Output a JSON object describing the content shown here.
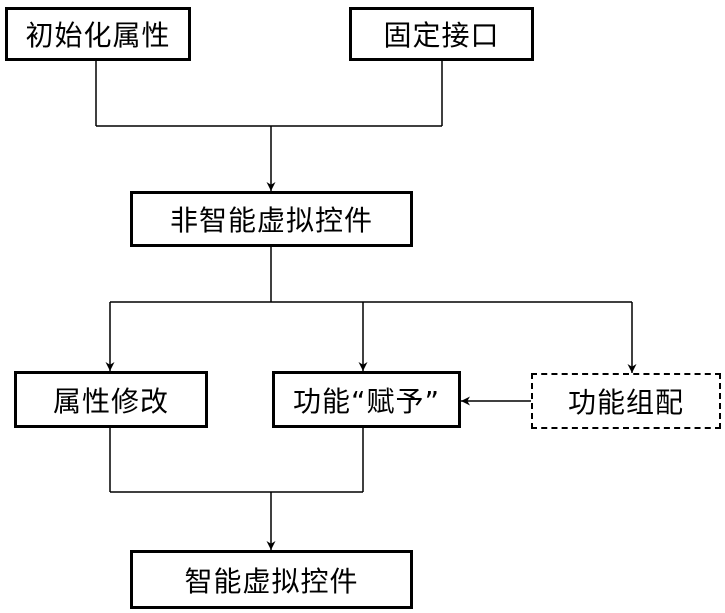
{
  "diagram": {
    "nodes": {
      "init_attributes": "初始化属性",
      "fixed_interface": "固定接口",
      "non_smart_control": "非智能虚拟控件",
      "attribute_modify": "属性修改",
      "function_assign": "功能“赋予”",
      "function_assembly": "功能组配",
      "smart_control": "智能虚拟控件"
    },
    "edges": [
      {
        "from": "初始化属性",
        "to": "非智能虚拟控件"
      },
      {
        "from": "固定接口",
        "to": "非智能虚拟控件"
      },
      {
        "from": "非智能虚拟控件",
        "to": "属性修改"
      },
      {
        "from": "非智能虚拟控件",
        "to": "功能“赋予”"
      },
      {
        "from": "非智能虚拟控件",
        "to": "功能组配"
      },
      {
        "from": "功能组配",
        "to": "功能“赋予”"
      },
      {
        "from": "属性修改",
        "to": "智能虚拟控件"
      },
      {
        "from": "功能“赋予”",
        "to": "智能虚拟控件"
      }
    ]
  }
}
